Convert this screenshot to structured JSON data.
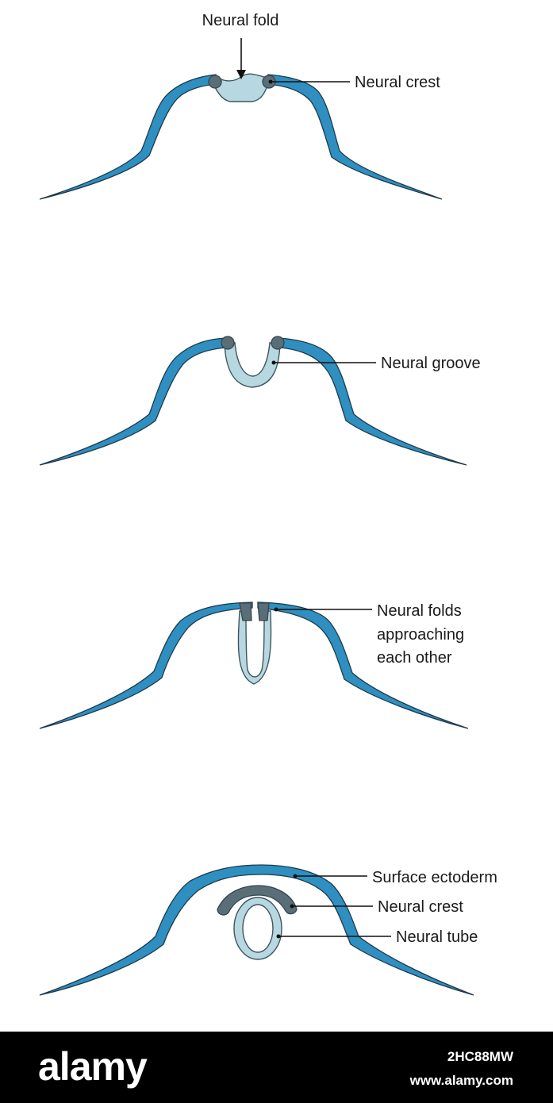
{
  "diagram": {
    "colors": {
      "surface_ectoderm": "#2e8fc0",
      "neural_tissue": "#b7d8e0",
      "neural_crest": "#5a6e78",
      "outline": "#1f3a4a"
    },
    "stage1": {
      "label_neural_fold": "Neural fold",
      "label_neural_crest": "Neural crest"
    },
    "stage2": {
      "label_neural_groove": "Neural groove"
    },
    "stage3": {
      "label_line1": "Neural folds",
      "label_line2": "approaching",
      "label_line3": "each other"
    },
    "stage4": {
      "label_surface_ectoderm": "Surface ectoderm",
      "label_neural_crest": "Neural crest",
      "label_neural_tube": "Neural tube"
    }
  },
  "watermark": {
    "logo": "alamy",
    "image_id": "2HC88MW",
    "site": "www.alamy.com"
  }
}
